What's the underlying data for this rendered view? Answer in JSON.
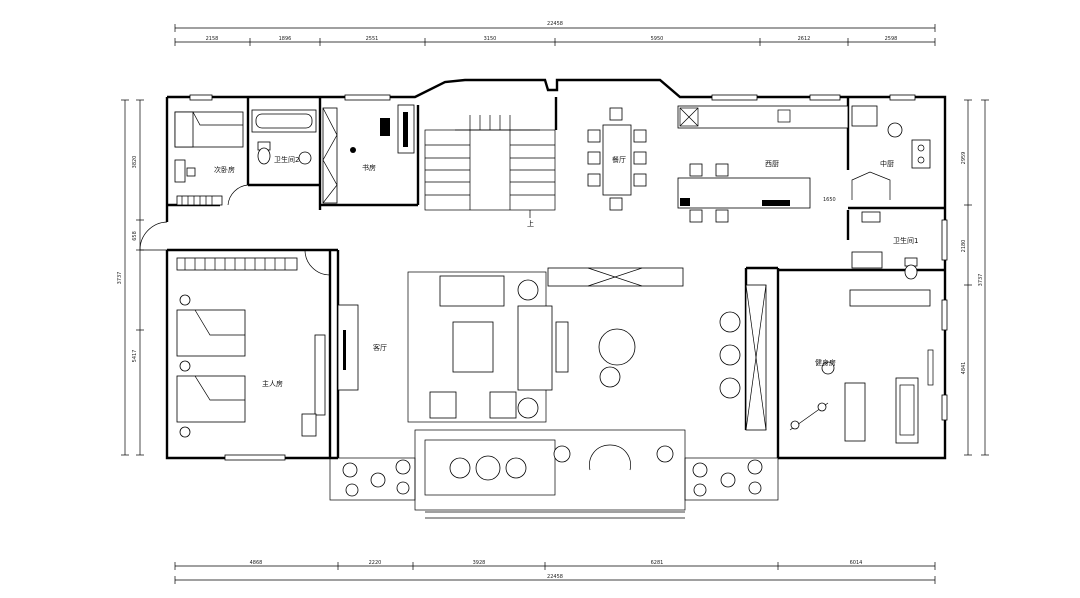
{
  "dimensions": {
    "top_total": "22458",
    "top_segments": [
      "2158",
      "1896",
      "2551",
      "3150",
      "5950",
      "2612",
      "2598"
    ],
    "bottom_segments": [
      "4868",
      "2220",
      "3928",
      "6281",
      "6014"
    ],
    "bottom_total": "22458",
    "left_segments": [
      "3820",
      "658",
      "3737",
      "5417"
    ],
    "right_segments": [
      "2959",
      "2180",
      "3737",
      "4841"
    ]
  },
  "rooms": {
    "bedroom_small": "次卧房",
    "bathroom_2": "卫生间2",
    "study": "书房",
    "dining": "餐厅",
    "western_kitchen": "西厨",
    "chinese_kitchen": "中厨",
    "bathroom_1": "卫生间1",
    "master_bedroom": "主人房",
    "living": "客厅",
    "gym": "健身房",
    "stair_up": "上"
  },
  "kitchen_dim": "1650"
}
